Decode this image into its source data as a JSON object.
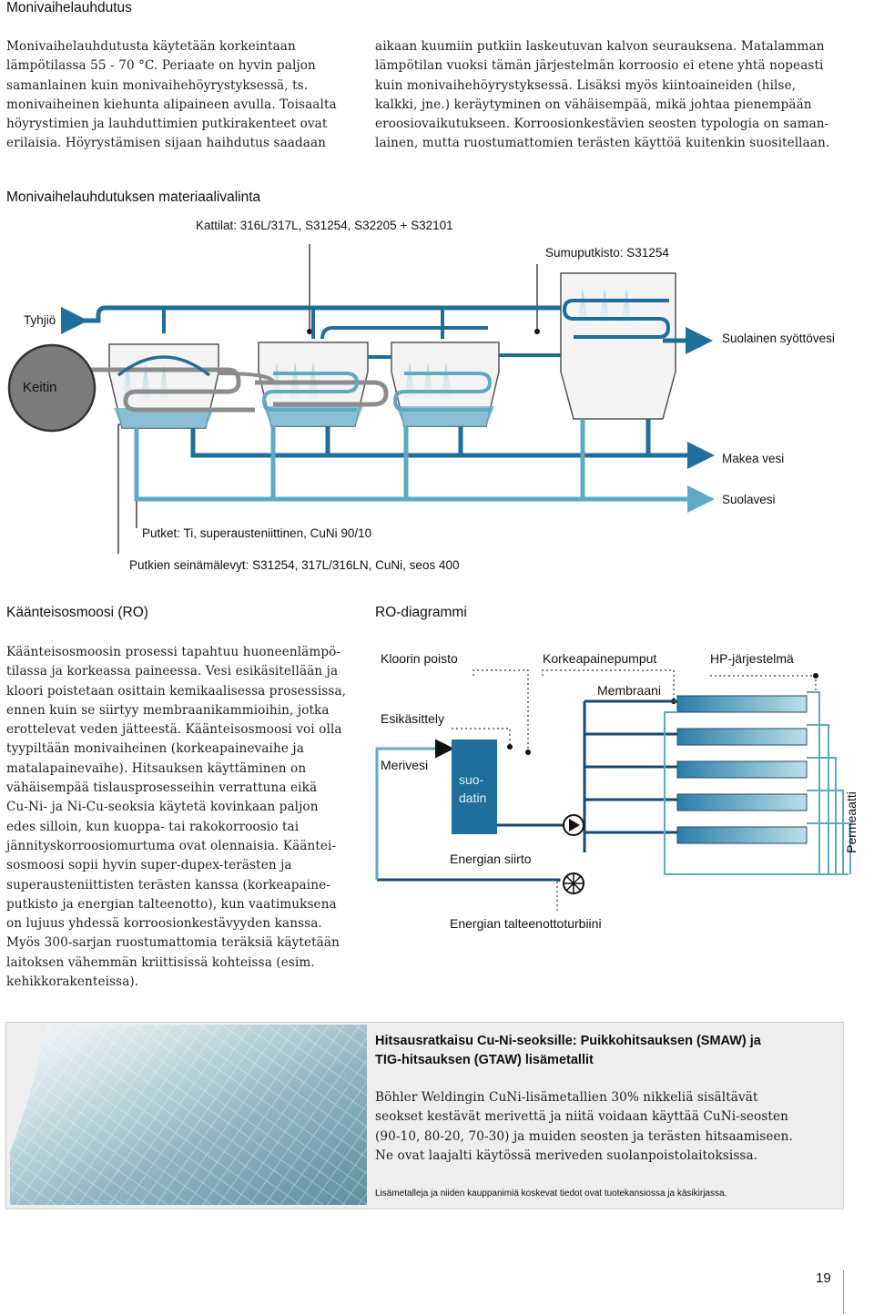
{
  "section1": {
    "heading": "Monivaihelauhdutus",
    "col1": [
      "Monivaihelauhdutusta käytetään korkeintaan",
      "lämpötilassa 55 - 70 °C. Periaate on hyvin paljon",
      "samanlainen kuin monivaihehöyrystyksessä, ts.",
      "monivaiheinen kiehunta alipaineen avulla. Toisaalta",
      "höyrystimien ja lauhduttimien putkirakenteet ovat",
      "erilaisia. Höyrystämisen sijaan haihdutus saadaan"
    ],
    "col2": [
      "aikaan kuumiin putkiin laskeutuvan kalvon seurauksena. Matalamman",
      "lämpötilan vuoksi tämän järjestelmän korroosio ei etene yhtä nopeasti",
      "kuin monivaihehöyrystyksessä. Lisäksi myös kiintoaineiden (hilse,",
      "kalkki, jne.) keräytyminen on vähäisempää, mikä johtaa pienempään",
      "eroosiovaikutukseen. Korroosionkestävien seosten typologia on saman-",
      "lainen, mutta ruostumattomien terästen käyttöä kuitenkin suositellaan."
    ]
  },
  "diagram1": {
    "title": "Monivaihelauhdutuksen materiaalivalinta",
    "kattilat": "Kattilat: 316L/317L, S31254, S32205 + S32101",
    "sumuputkisto": "Sumuputkisto: S31254",
    "tyhjio": "Tyhjiö",
    "keitin": "Keitin",
    "suolainen": "Suolainen syöttövesi",
    "makea": "Makea vesi",
    "suolavesi": "Suolavesi",
    "putket": "Putket: Ti, superausteniittinen, CuNi 90/10",
    "seinamalevyt": "Putkien seinämälevyt: S31254, 317L/316LN, CuNi, seos 400",
    "colors": {
      "blue": "#1f6e9c",
      "light": "#5ea9c4",
      "grey": "#8c8c8c"
    }
  },
  "ro": {
    "heading": "Käänteisosmoosi (RO)",
    "lines": [
      "Käänteisosmoosin prosessi tapahtuu huoneenlämpö-",
      "tilassa ja korkeassa paineessa. Vesi esikäsitellään ja",
      "kloori poistetaan osittain kemikaalisessa prosessissa,",
      "ennen kuin se siirtyy membraanikammioihin, jotka",
      "erottelevat veden jätteestä. Käänteisosmoosi voi olla",
      "tyypiltään monivaiheinen (korkeapainevaihe ja",
      "matalapainevaihe). Hitsauksen käyttäminen on",
      "vähäisempää tislausprosesseihin verrattuna eikä",
      "Cu-Ni- ja Ni-Cu-seoksia käytetä kovinkaan paljon",
      "edes silloin, kun kuoppa- tai rakokorroosio tai",
      "jännityskorroosiomurtuma ovat olennaisia. Kääntei-",
      "sosmoosi sopii hyvin super-dupex-terästen ja",
      "superausteniittisten terästen kanssa (korkeapaine-",
      "putkisto ja energian talteenotto), kun vaatimuksena",
      "on lujuus yhdessä korroosionkestävyyden kanssa.",
      "Myös 300-sarjan ruostumattomia teräksiä käytetään",
      "laitoksen vähemmän kriittisissä kohteissa (esim.",
      "kehikkorakenteissa)."
    ]
  },
  "rodiagram": {
    "title": "RO-diagrammi",
    "kloori": "Kloorin poisto",
    "korkeapaine": "Korkeapainepumput",
    "hp": "HP-järjestelmä",
    "membraani": "Membraani",
    "esikasittely": "Esikäsittely",
    "merivesi": "Merivesi",
    "suodatin1": "suo-",
    "suodatin2": "datin",
    "siirto": "Energian siirto",
    "turbiini": "Energian talteenottoturbiini",
    "permeaatti": "Permeaatti",
    "colors": {
      "dark": "#1a4a6e",
      "blue": "#1f6e9c",
      "light": "#5ea9c4"
    }
  },
  "panel": {
    "title1": "Hitsausratkaisu Cu-Ni-seoksille: Puikkohitsauksen (SMAW) ja",
    "title2": "TIG-hitsauksen (GTAW) lisämetallit",
    "body": [
      "Böhler Weldingin CuNi-lisämetallien 30% nikkeliä sisältävät",
      "seokset kestävät merivettä ja niitä voidaan käyttää CuNi-seosten",
      "(90-10, 80-20, 70-30) ja muiden seosten ja terästen hitsaamiseen.",
      "Ne ovat laajalti käytössä meriveden suolanpoistolaitoksissa."
    ],
    "note": "Lisämetalleja ja niiden kauppanimiä koskevat tiedot ovat tuotekansiossa ja käsikirjassa."
  },
  "page_number": "19"
}
